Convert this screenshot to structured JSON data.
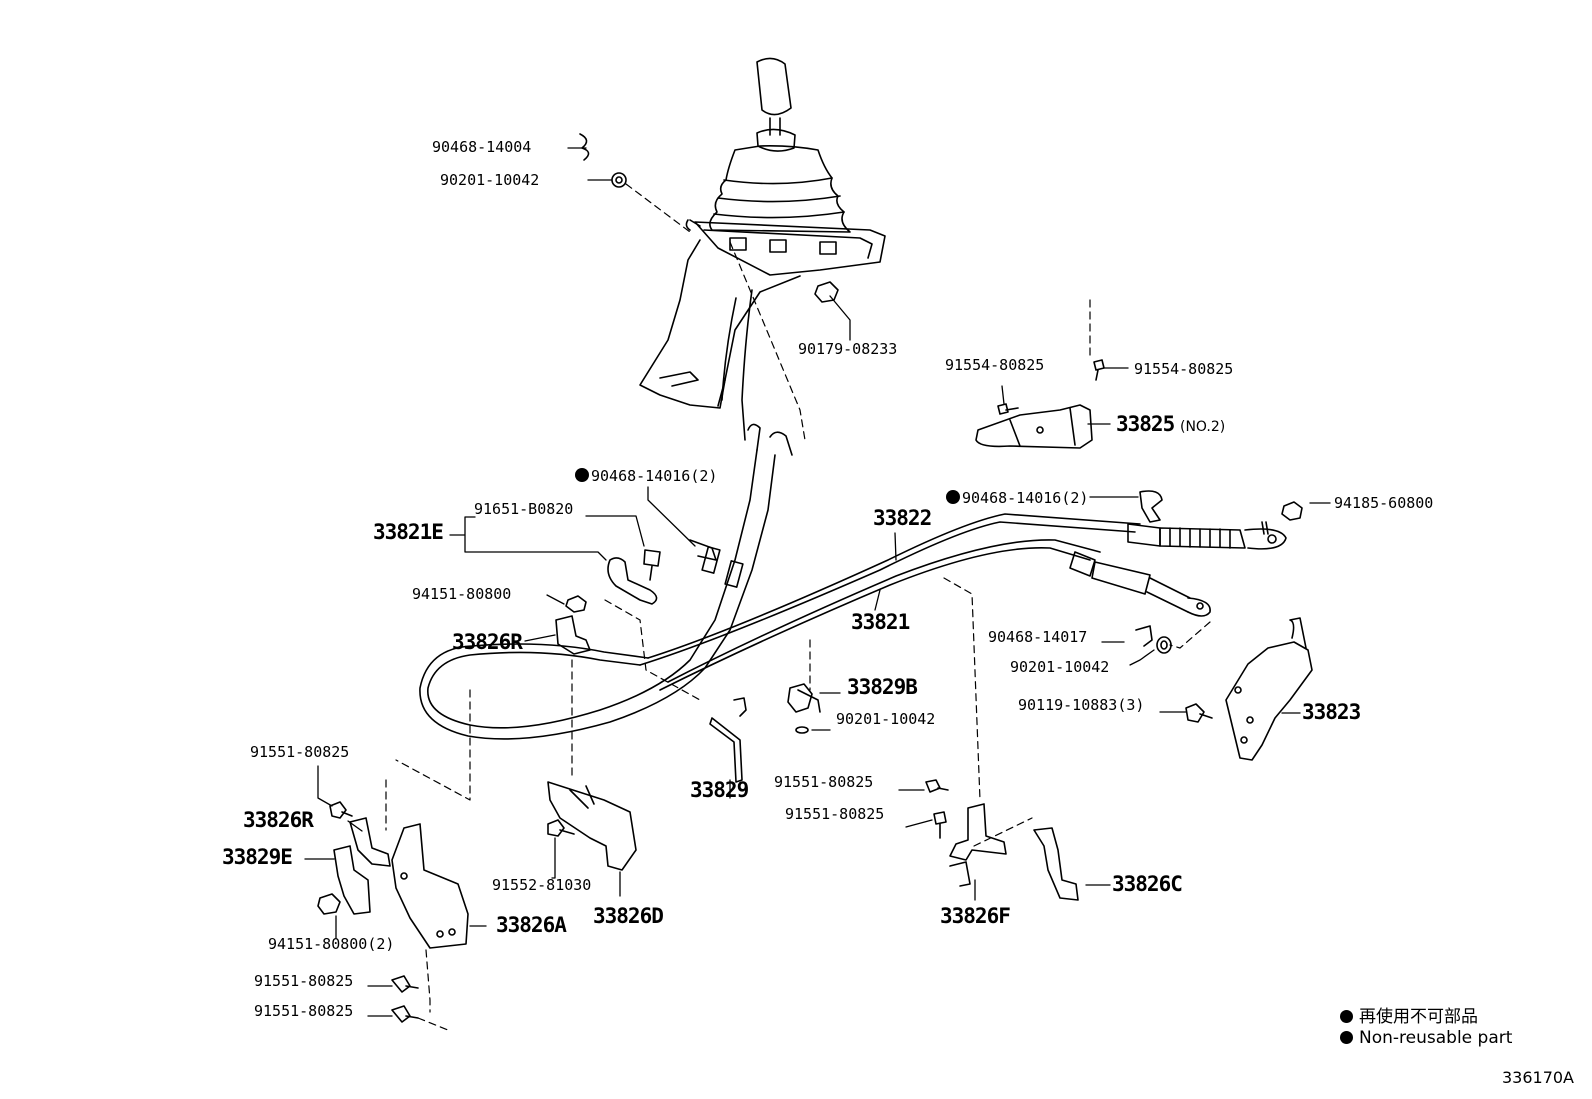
{
  "labels": {
    "l90468_14004": "90468-14004",
    "l90201_10042_a": "90201-10042",
    "l90179_08233": "90179-08233",
    "l91554_80825_a": "91554-80825",
    "l91554_80825_b": "91554-80825",
    "l33825": "33825",
    "l33825_no2": "(NO.2)",
    "l90468_14016_a": "90468-14016(2)",
    "l90468_14016_b": "90468-14016(2)",
    "l94185_60800": "94185-60800",
    "l33821E": "33821E",
    "l91651_B0820": "91651-B0820",
    "l33822": "33822",
    "l94151_80800": "94151-80800",
    "l33821": "33821",
    "l33826R_a": "33826R",
    "l90468_14017": "90468-14017",
    "l90201_10042_b": "90201-10042",
    "l33829B": "33829B",
    "l90119_10883": "90119-10883(3)",
    "l33823": "33823",
    "l90201_10042_c": "90201-10042",
    "l91551_80825_a": "91551-80825",
    "l33829": "33829",
    "l91551_80825_b": "91551-80825",
    "l91551_80825_c": "91551-80825",
    "l33826R_b": "33826R",
    "l33829E": "33829E",
    "l33826C": "33826C",
    "l91552_81030": "91552-81030",
    "l33826D": "33826D",
    "l33826F": "33826F",
    "l94151_80800_2": "94151-80800(2)",
    "l33826A": "33826A",
    "l91551_80825_d": "91551-80825",
    "l91551_80825_e": "91551-80825"
  },
  "legend": {
    "jp": "再使用不可部品",
    "en": "Non-reusable part"
  },
  "diagram_code": "336170A"
}
